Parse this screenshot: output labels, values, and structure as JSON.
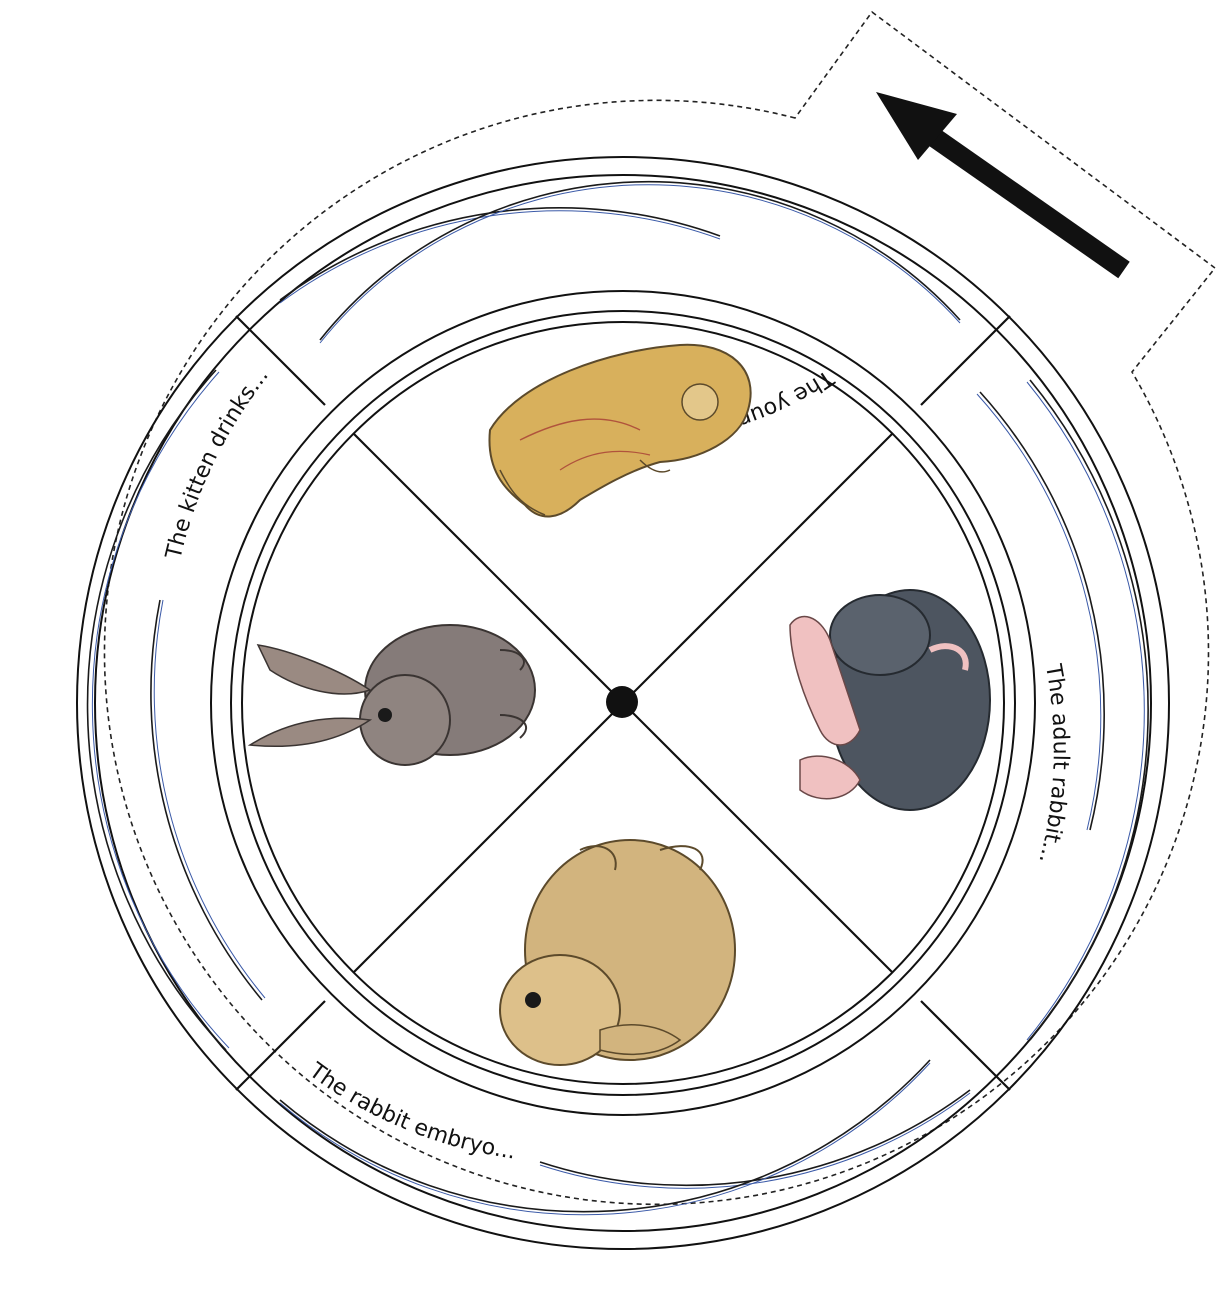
{
  "prompts": {
    "top": "The young rabbit...",
    "left": "The kitten drinks...",
    "bottom": "The rabbit embryo...",
    "right": "The adult rabbit..."
  },
  "illustrations": {
    "top": "rabbit-embryo-illustration",
    "right": "newborn-kitten-illustration",
    "bottom": "young-rabbit-illustration",
    "left": "adult-rabbit-illustration"
  },
  "colors": {
    "embryo": "#d8b05c",
    "kitten": "#4d5560",
    "young_rabbit": "#d2b47e",
    "adult_rabbit": "#857b79",
    "arrow": "#111111"
  },
  "direction_arrow": "arrow-icon"
}
